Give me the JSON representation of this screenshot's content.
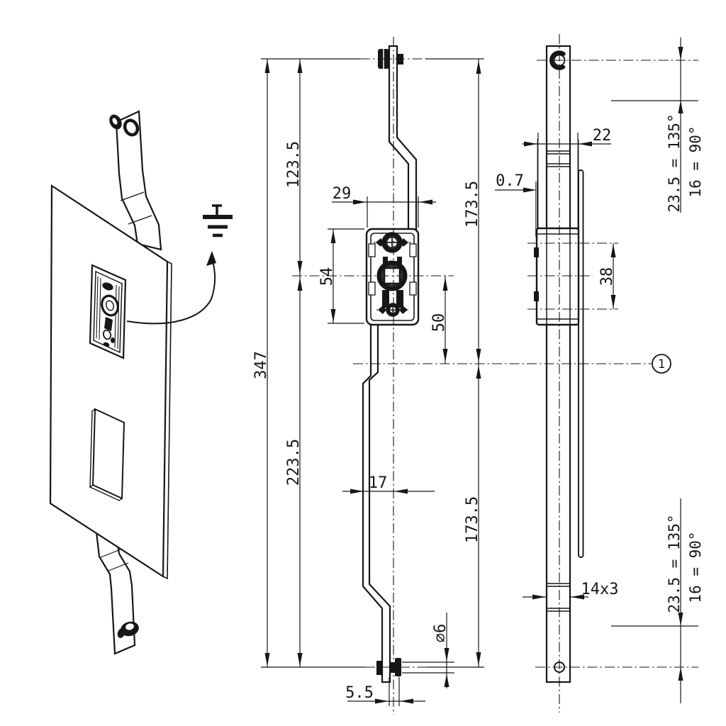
{
  "drawing": {
    "kind": "technical dimensioned drawing of espagnolette locking-rod assembly",
    "views": [
      "isometric installation view",
      "front view",
      "side view"
    ],
    "front_dims": {
      "overall_length": "347",
      "top_pin_to_spindle": "123.5",
      "spindle_to_bottom_pin": "223.5",
      "case_width": "29",
      "case_height": "54",
      "spindle_to_ref_line": "50",
      "top_pin_to_ref_line": "173.5",
      "ref_line_to_bottom_pin": "173.5",
      "rod_offset": "17",
      "pin_diameter": "⌀6",
      "pin_projection": "5.5"
    },
    "side_dims": {
      "guide_width": "22",
      "panel_gap": "0.7",
      "screw_hole_spacing": "38",
      "rod_cross_section": "14x3",
      "stroke_upper_135": "23.5 = 135°",
      "stroke_upper_90": "16 = 90°",
      "stroke_lower_135": "23.5 = 135°",
      "stroke_lower_90": "16 = 90°"
    },
    "balloon_1": "1"
  }
}
